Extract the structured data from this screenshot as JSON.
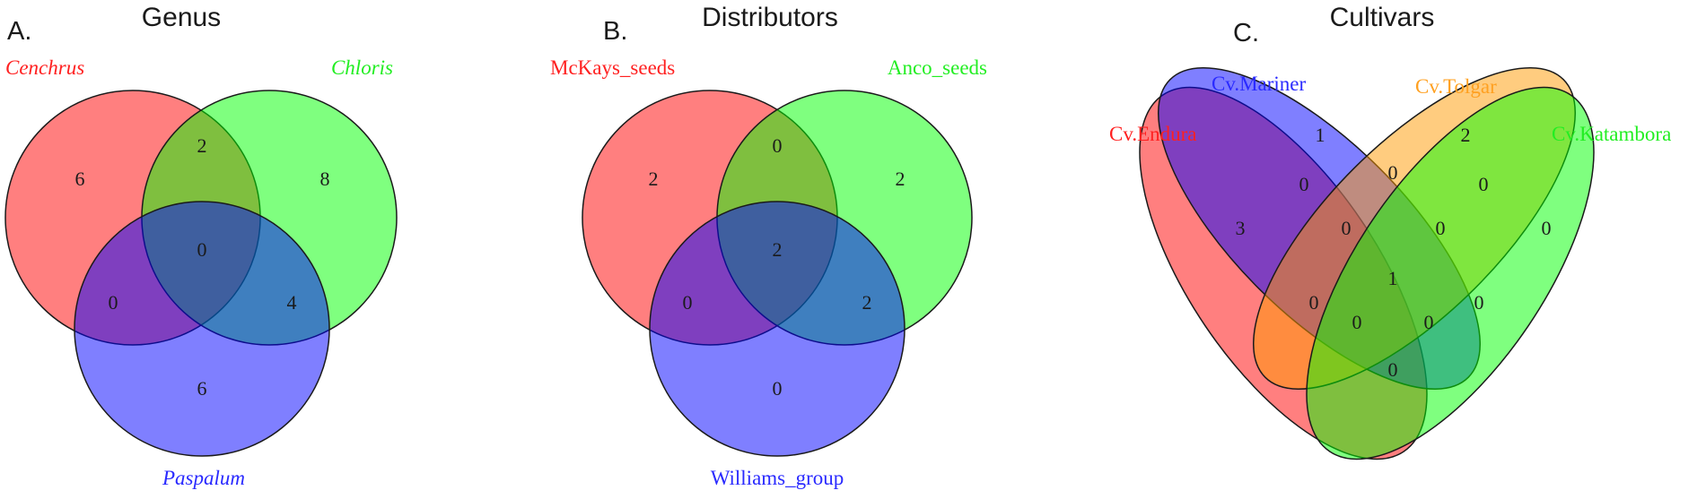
{
  "panels": {
    "genus": {
      "letter": "A.",
      "title": "Genus",
      "sets": [
        {
          "name": "Cenchrus",
          "color": "#ff2020"
        },
        {
          "name": "Chloris",
          "color": "#22ee22"
        },
        {
          "name": "Paspalum",
          "color": "#2a2aff"
        }
      ],
      "counts": {
        "a": "6",
        "b": "8",
        "c": "6",
        "ab": "2",
        "ac": "0",
        "bc": "4",
        "abc": "0"
      }
    },
    "distributors": {
      "letter": "B.",
      "title": "Distributors",
      "sets": [
        {
          "name": "McKays_seeds",
          "color": "#ff2020"
        },
        {
          "name": "Anco_seeds",
          "color": "#22ee22"
        },
        {
          "name": "Williams_group",
          "color": "#2a2aff"
        }
      ],
      "counts": {
        "a": "2",
        "b": "2",
        "c": "0",
        "ab": "0",
        "ac": "0",
        "bc": "2",
        "abc": "2"
      }
    },
    "cultivars": {
      "letter": "C.",
      "title": "Cultivars",
      "sets": [
        {
          "name": "Cv.Endura",
          "color": "#ff2020"
        },
        {
          "name": "Cv.Mariner",
          "color": "#2a2aff"
        },
        {
          "name": "Cv.Tolgar",
          "color": "#ffa020"
        },
        {
          "name": "Cv.Katambora",
          "color": "#22ee22"
        }
      ],
      "counts": {
        "endura_only": "3",
        "mariner_only": "1",
        "tolgar_only": "2",
        "katambora_only": "0",
        "mariner_tolgar": "0",
        "endura_mariner": "0",
        "tolgar_katambora": "0",
        "endura_mariner_tolgar": "0",
        "mariner_tolgar_katambora": "0",
        "all_four": "1",
        "endura_tolgar": "0",
        "mariner_katambora": "0",
        "endura_tolgar_katambora": "0",
        "endura_mariner_katambora": "0",
        "endura_katambora": "0"
      }
    }
  }
}
